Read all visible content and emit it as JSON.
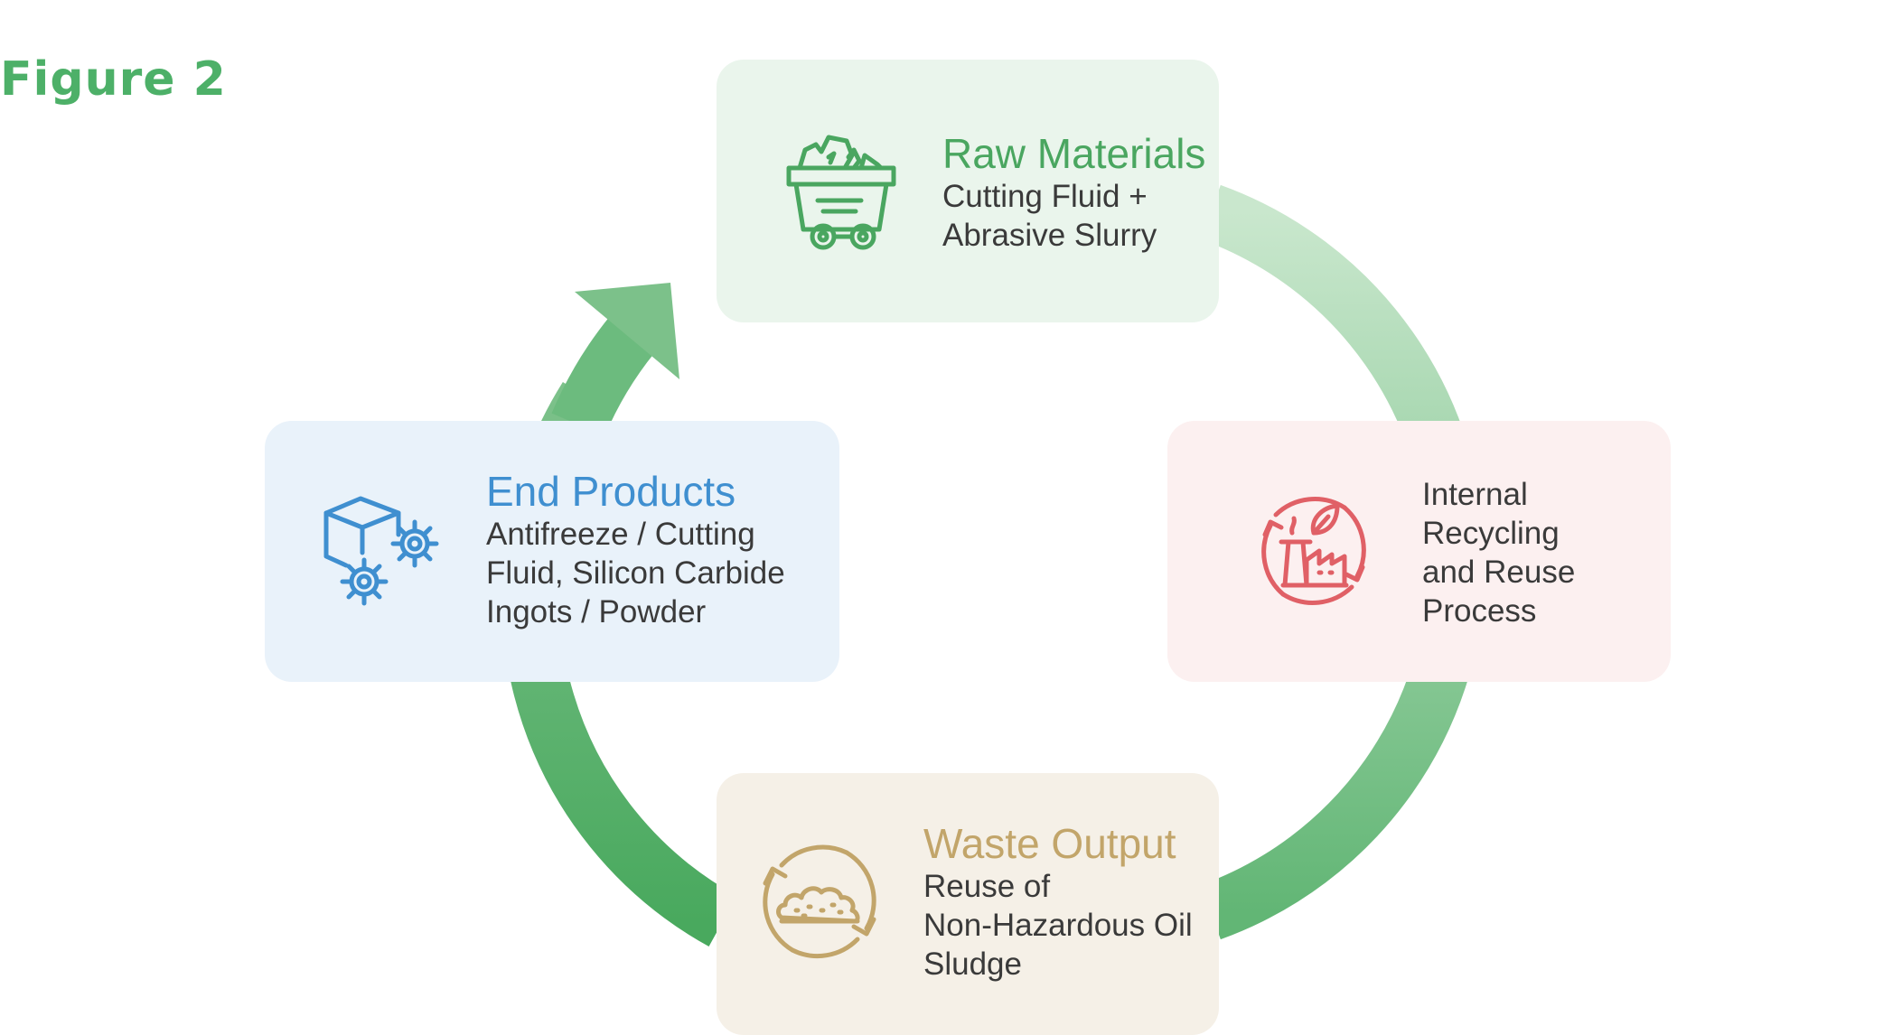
{
  "figure_label": "Figure 2",
  "colors": {
    "green": "#4aa660",
    "green_light": "#c2e3c7",
    "red": "#e06066",
    "gold": "#c2a56a",
    "blue": "#3f8fd0"
  },
  "cards": {
    "raw": {
      "title": "Raw Materials",
      "lines": [
        "Cutting Fluid +",
        "Abrasive Slurry"
      ],
      "icon": "mining-cart-icon"
    },
    "recycle": {
      "title": "",
      "lines": [
        "Internal",
        "Recycling",
        "and Reuse",
        "Process"
      ],
      "icon": "factory-recycle-icon"
    },
    "waste": {
      "title": "Waste Output",
      "lines": [
        "Reuse of",
        "Non-Hazardous Oil",
        "Sludge"
      ],
      "icon": "sludge-recycle-icon"
    },
    "end": {
      "title": "End Products",
      "lines": [
        "Antifreeze / Cutting",
        "Fluid, Silicon Carbide",
        "Ingots / Powder"
      ],
      "icon": "box-gears-icon"
    }
  }
}
